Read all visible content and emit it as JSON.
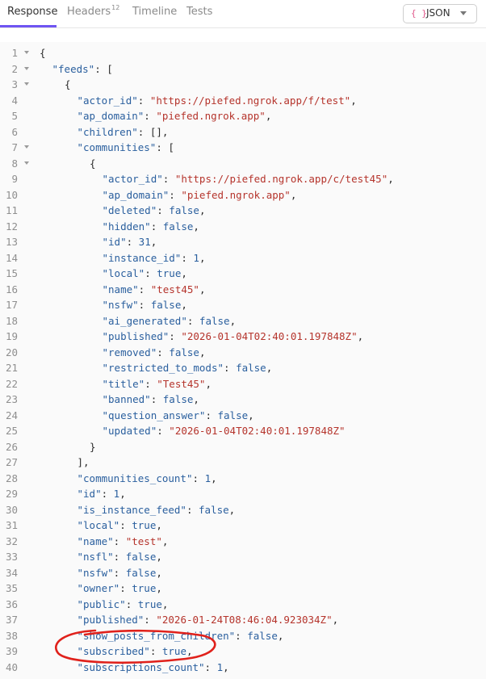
{
  "tabs": [
    {
      "label": "Response",
      "active": true
    },
    {
      "label": "Headers",
      "badge": "12"
    },
    {
      "label": "Timeline"
    },
    {
      "label": "Tests"
    }
  ],
  "format_selector": {
    "icon": "curly-braces-icon",
    "value": "JSON"
  },
  "colors": {
    "accent": "#6f55f2",
    "string": "#b5342c",
    "key": "#2a5f9e",
    "annotation": "#e0211b"
  },
  "lines": [
    {
      "n": "1",
      "indent": 0,
      "fold": true,
      "parts": [
        [
          "p",
          "{"
        ]
      ]
    },
    {
      "n": "2",
      "indent": 1,
      "fold": true,
      "parts": [
        [
          "k",
          "\"feeds\""
        ],
        [
          "p",
          ": ["
        ]
      ]
    },
    {
      "n": "3",
      "indent": 2,
      "fold": true,
      "parts": [
        [
          "p",
          "{"
        ]
      ]
    },
    {
      "n": "4",
      "indent": 3,
      "parts": [
        [
          "k",
          "\"actor_id\""
        ],
        [
          "p",
          ": "
        ],
        [
          "s",
          "\"https://piefed.ngrok.app/f/test\""
        ],
        [
          "p",
          ","
        ]
      ]
    },
    {
      "n": "5",
      "indent": 3,
      "parts": [
        [
          "k",
          "\"ap_domain\""
        ],
        [
          "p",
          ": "
        ],
        [
          "s",
          "\"piefed.ngrok.app\""
        ],
        [
          "p",
          ","
        ]
      ]
    },
    {
      "n": "6",
      "indent": 3,
      "parts": [
        [
          "k",
          "\"children\""
        ],
        [
          "p",
          ": [],"
        ]
      ]
    },
    {
      "n": "7",
      "indent": 3,
      "fold": true,
      "parts": [
        [
          "k",
          "\"communities\""
        ],
        [
          "p",
          ": ["
        ]
      ]
    },
    {
      "n": "8",
      "indent": 4,
      "fold": true,
      "parts": [
        [
          "p",
          "{"
        ]
      ]
    },
    {
      "n": "9",
      "indent": 5,
      "parts": [
        [
          "k",
          "\"actor_id\""
        ],
        [
          "p",
          ": "
        ],
        [
          "s",
          "\"https://piefed.ngrok.app/c/test45\""
        ],
        [
          "p",
          ","
        ]
      ]
    },
    {
      "n": "10",
      "indent": 5,
      "parts": [
        [
          "k",
          "\"ap_domain\""
        ],
        [
          "p",
          ": "
        ],
        [
          "s",
          "\"piefed.ngrok.app\""
        ],
        [
          "p",
          ","
        ]
      ]
    },
    {
      "n": "11",
      "indent": 5,
      "parts": [
        [
          "k",
          "\"deleted\""
        ],
        [
          "p",
          ": "
        ],
        [
          "n",
          "false"
        ],
        [
          "p",
          ","
        ]
      ]
    },
    {
      "n": "12",
      "indent": 5,
      "parts": [
        [
          "k",
          "\"hidden\""
        ],
        [
          "p",
          ": "
        ],
        [
          "n",
          "false"
        ],
        [
          "p",
          ","
        ]
      ]
    },
    {
      "n": "13",
      "indent": 5,
      "parts": [
        [
          "k",
          "\"id\""
        ],
        [
          "p",
          ": "
        ],
        [
          "n",
          "31"
        ],
        [
          "p",
          ","
        ]
      ]
    },
    {
      "n": "14",
      "indent": 5,
      "parts": [
        [
          "k",
          "\"instance_id\""
        ],
        [
          "p",
          ": "
        ],
        [
          "n",
          "1"
        ],
        [
          "p",
          ","
        ]
      ]
    },
    {
      "n": "15",
      "indent": 5,
      "parts": [
        [
          "k",
          "\"local\""
        ],
        [
          "p",
          ": "
        ],
        [
          "n",
          "true"
        ],
        [
          "p",
          ","
        ]
      ]
    },
    {
      "n": "16",
      "indent": 5,
      "parts": [
        [
          "k",
          "\"name\""
        ],
        [
          "p",
          ": "
        ],
        [
          "s",
          "\"test45\""
        ],
        [
          "p",
          ","
        ]
      ]
    },
    {
      "n": "17",
      "indent": 5,
      "parts": [
        [
          "k",
          "\"nsfw\""
        ],
        [
          "p",
          ": "
        ],
        [
          "n",
          "false"
        ],
        [
          "p",
          ","
        ]
      ]
    },
    {
      "n": "18",
      "indent": 5,
      "parts": [
        [
          "k",
          "\"ai_generated\""
        ],
        [
          "p",
          ": "
        ],
        [
          "n",
          "false"
        ],
        [
          "p",
          ","
        ]
      ]
    },
    {
      "n": "19",
      "indent": 5,
      "parts": [
        [
          "k",
          "\"published\""
        ],
        [
          "p",
          ": "
        ],
        [
          "s",
          "\"2026-01-04T02:40:01.197848Z\""
        ],
        [
          "p",
          ","
        ]
      ]
    },
    {
      "n": "20",
      "indent": 5,
      "parts": [
        [
          "k",
          "\"removed\""
        ],
        [
          "p",
          ": "
        ],
        [
          "n",
          "false"
        ],
        [
          "p",
          ","
        ]
      ]
    },
    {
      "n": "21",
      "indent": 5,
      "parts": [
        [
          "k",
          "\"restricted_to_mods\""
        ],
        [
          "p",
          ": "
        ],
        [
          "n",
          "false"
        ],
        [
          "p",
          ","
        ]
      ]
    },
    {
      "n": "22",
      "indent": 5,
      "parts": [
        [
          "k",
          "\"title\""
        ],
        [
          "p",
          ": "
        ],
        [
          "s",
          "\"Test45\""
        ],
        [
          "p",
          ","
        ]
      ]
    },
    {
      "n": "23",
      "indent": 5,
      "parts": [
        [
          "k",
          "\"banned\""
        ],
        [
          "p",
          ": "
        ],
        [
          "n",
          "false"
        ],
        [
          "p",
          ","
        ]
      ]
    },
    {
      "n": "24",
      "indent": 5,
      "parts": [
        [
          "k",
          "\"question_answer\""
        ],
        [
          "p",
          ": "
        ],
        [
          "n",
          "false"
        ],
        [
          "p",
          ","
        ]
      ]
    },
    {
      "n": "25",
      "indent": 5,
      "parts": [
        [
          "k",
          "\"updated\""
        ],
        [
          "p",
          ": "
        ],
        [
          "s",
          "\"2026-01-04T02:40:01.197848Z\""
        ]
      ]
    },
    {
      "n": "26",
      "indent": 4,
      "parts": [
        [
          "p",
          "}"
        ]
      ]
    },
    {
      "n": "27",
      "indent": 3,
      "parts": [
        [
          "p",
          "],"
        ]
      ]
    },
    {
      "n": "28",
      "indent": 3,
      "parts": [
        [
          "k",
          "\"communities_count\""
        ],
        [
          "p",
          ": "
        ],
        [
          "n",
          "1"
        ],
        [
          "p",
          ","
        ]
      ]
    },
    {
      "n": "29",
      "indent": 3,
      "parts": [
        [
          "k",
          "\"id\""
        ],
        [
          "p",
          ": "
        ],
        [
          "n",
          "1"
        ],
        [
          "p",
          ","
        ]
      ]
    },
    {
      "n": "30",
      "indent": 3,
      "parts": [
        [
          "k",
          "\"is_instance_feed\""
        ],
        [
          "p",
          ": "
        ],
        [
          "n",
          "false"
        ],
        [
          "p",
          ","
        ]
      ]
    },
    {
      "n": "31",
      "indent": 3,
      "parts": [
        [
          "k",
          "\"local\""
        ],
        [
          "p",
          ": "
        ],
        [
          "n",
          "true"
        ],
        [
          "p",
          ","
        ]
      ]
    },
    {
      "n": "32",
      "indent": 3,
      "parts": [
        [
          "k",
          "\"name\""
        ],
        [
          "p",
          ": "
        ],
        [
          "s",
          "\"test\""
        ],
        [
          "p",
          ","
        ]
      ]
    },
    {
      "n": "33",
      "indent": 3,
      "parts": [
        [
          "k",
          "\"nsfl\""
        ],
        [
          "p",
          ": "
        ],
        [
          "n",
          "false"
        ],
        [
          "p",
          ","
        ]
      ]
    },
    {
      "n": "34",
      "indent": 3,
      "parts": [
        [
          "k",
          "\"nsfw\""
        ],
        [
          "p",
          ": "
        ],
        [
          "n",
          "false"
        ],
        [
          "p",
          ","
        ]
      ]
    },
    {
      "n": "35",
      "indent": 3,
      "parts": [
        [
          "k",
          "\"owner\""
        ],
        [
          "p",
          ": "
        ],
        [
          "n",
          "true"
        ],
        [
          "p",
          ","
        ]
      ]
    },
    {
      "n": "36",
      "indent": 3,
      "parts": [
        [
          "k",
          "\"public\""
        ],
        [
          "p",
          ": "
        ],
        [
          "n",
          "true"
        ],
        [
          "p",
          ","
        ]
      ]
    },
    {
      "n": "37",
      "indent": 3,
      "parts": [
        [
          "k",
          "\"published\""
        ],
        [
          "p",
          ": "
        ],
        [
          "s",
          "\"2026-01-24T08:46:04.923034Z\""
        ],
        [
          "p",
          ","
        ]
      ]
    },
    {
      "n": "38",
      "indent": 3,
      "parts": [
        [
          "k",
          "\"show_posts_from_children\""
        ],
        [
          "p",
          ": "
        ],
        [
          "n",
          "false"
        ],
        [
          "p",
          ","
        ]
      ]
    },
    {
      "n": "39",
      "indent": 3,
      "parts": [
        [
          "k",
          "\"subscribed\""
        ],
        [
          "p",
          ": "
        ],
        [
          "n",
          "true"
        ],
        [
          "p",
          ","
        ]
      ]
    },
    {
      "n": "40",
      "indent": 3,
      "parts": [
        [
          "k",
          "\"subscriptions_count\""
        ],
        [
          "p",
          ": "
        ],
        [
          "n",
          "1"
        ],
        [
          "p",
          ","
        ]
      ]
    }
  ]
}
